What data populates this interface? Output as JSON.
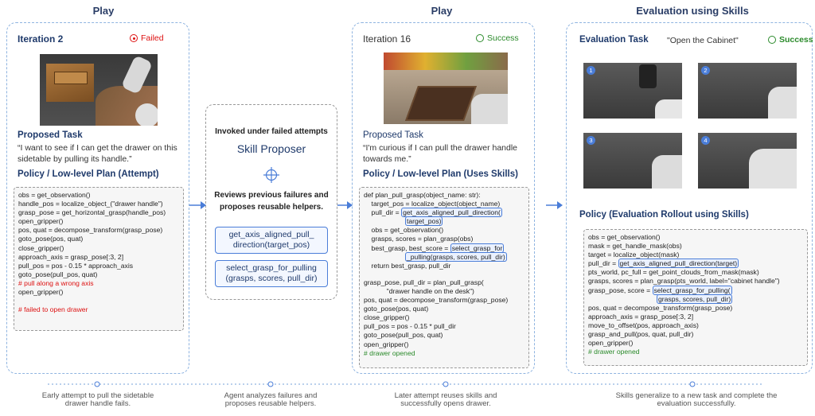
{
  "headers": {
    "play1": "Play",
    "play2": "Play",
    "eval": "Evaluation using Skills"
  },
  "iter2": {
    "title": "Iteration 2",
    "status": "Failed",
    "proposed_task_label": "Proposed Task",
    "proposed_task_text": "“I want to see if I can get the drawer on this sidetable by pulling its handle.”",
    "plan_label": "Policy / Low-level Plan (Attempt)",
    "code": [
      "obs = get_observation()",
      "handle_pos = localize_object_(\"drawer handle\")",
      "grasp_pose = get_horizontal_grasp(handle_pos)",
      "open_gripper()",
      "pos, quat = decompose_transform(grasp_pose)",
      "goto_pose(pos, quat)",
      "close_gripper()",
      "approach_axis = grasp_pose[:3, 2]",
      "pull_pos = pos - 0.15 * approach_axis",
      "goto_pose(pull_pos, quat)"
    ],
    "comment1": "# pull along a wrong axis",
    "code_after": "open_gripper()",
    "comment2": "# failed to open drawer"
  },
  "proposer": {
    "invoked": "Invoked under failed attempts",
    "title": "Skill Proposer",
    "desc": "Reviews previous failures and proposes reusable helpers.",
    "helper1": "get_axis_aligned_pull_ direction(target_pos)",
    "helper2": "select_grasp_for_pulling (grasps, scores, pull_dir)"
  },
  "iter16": {
    "title": "Iteration 16",
    "status": "Success",
    "proposed_task_label": "Proposed Task",
    "proposed_task_text": "“I'm curious if I can pull the drawer handle towards me.”",
    "plan_label": "Policy / Low-level Plan (Uses Skills)",
    "code": {
      "l1": "def plan_pull_grasp(object_name: str):",
      "l2": "    target_pos = localize_object(object_name)",
      "l3a": "    pull_dir = ",
      "l3b": "get_axis_aligned_pull_direction(",
      "l3c": "target_pos)",
      "l4": "    obs = get_observation()",
      "l5": "    grasps, scores = plan_grasp(obs)",
      "l6a": "    best_grasp, best_score = ",
      "l6b": "select_grasp_for",
      "l6c": "_pulling(grasps, scores, pull_dir)",
      "l7": "    return best_grasp, pull_dir",
      "l8": "grasp_pose, pull_dir = plan_pull_grasp(",
      "l9": "            \"drawer handle on the desk\")",
      "l10": "pos, quat = decompose_transform(grasp_pose)",
      "l11": "goto_pose(pos, quat)",
      "l12": "close_gripper()",
      "l13": "pull_pos = pos - 0.15 * pull_dir",
      "l14": "goto_pose(pull_pos, quat)",
      "l15": "open_gripper()",
      "l16": "# drawer opened"
    }
  },
  "eval": {
    "task_label": "Evaluation Task",
    "task_text": "\"Open the Cabinet\"",
    "status": "Success",
    "frames": [
      "1",
      "2",
      "3",
      "4"
    ],
    "plan_label": "Policy (Evaluation Rollout using Skills)",
    "code": {
      "l1": "obs = get_observation()",
      "l2": "mask = get_handle_mask(obs)",
      "l3": "target = localize_object(mask)",
      "l4a": "pull_dir = ",
      "l4b": "get_axis_aligned_pull_direction(target)",
      "l5": "pts_world, pc_full = get_point_clouds_from_mask(mask)",
      "l6": "grasps, scores = plan_grasp(pts_world, label=\"cabinet handle\")",
      "l7a": "grasp_pose, score = ",
      "l7b": "select_grasp_for_pulling(",
      "l7c": "grasps, scores, pull_dir)",
      "l8": "pos, quat = decompose_transform(grasp_pose)",
      "l9": "approach_axis = grasp_pose[:3, 2]",
      "l10": "move_to_offset(pos, approach_axis)",
      "l11": "grasp_and_pull(pos, quat, pull_dir)",
      "l12": "open_gripper()",
      "l13": "# drawer opened"
    }
  },
  "captions": {
    "c1": "Early attempt to pull the sidetable drawer handle fails.",
    "c2": "Agent analyzes failures and proposes reusable helpers.",
    "c3": "Later attempt reuses skills and successfully opens drawer.",
    "c4": "Skills generalize to a new task and complete the evaluation successfully."
  },
  "colors": {
    "accent": "#4a7dd8",
    "fail": "#d11111",
    "success": "#2a8a2a",
    "title": "#1f3a6b"
  }
}
